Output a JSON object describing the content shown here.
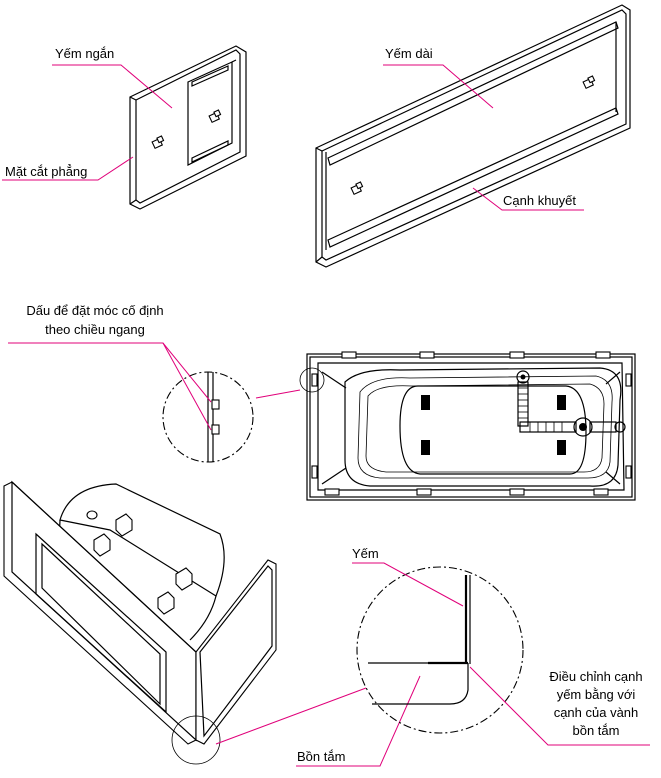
{
  "labels": {
    "yem_ngan": "Yếm ngắn",
    "yem_dai": "Yếm dài",
    "mat_cat_phang": "Mặt cắt phẳng",
    "canh_khuyet": "Cạnh khuyết",
    "dau_de_dat_line1": "Dấu để đặt móc cố định",
    "dau_de_dat_line2": "theo chiều ngang",
    "yem": "Yếm",
    "dieu_chinh_line1": "Điều chỉnh cạnh",
    "dieu_chinh_line2": "yếm bằng với",
    "dieu_chinh_line3": "cạnh của vành",
    "dieu_chinh_line4": "bồn tắm",
    "bon_tam": "Bồn tắm"
  },
  "colors": {
    "leader": "#e0007a",
    "line": "#000000"
  }
}
